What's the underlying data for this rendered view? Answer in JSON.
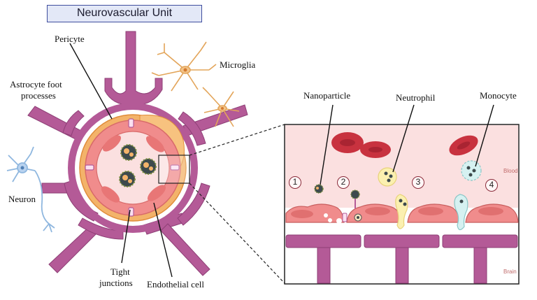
{
  "title": "Neurovascular Unit",
  "labels": {
    "pericyte": "Pericyte",
    "astrocyte_line1": "Astrocyte foot",
    "astrocyte_line2": "processes",
    "microglia": "Microglia",
    "neuron": "Neuron",
    "tight_line1": "Tight",
    "tight_line2": "junctions",
    "endothelial": "Endothelial cell",
    "nanoparticle": "Nanoparticle",
    "neutrophil": "Neutrophil",
    "monocyte": "Monocyte",
    "blood": "Blood",
    "brain": "Brain"
  },
  "steps": [
    "1",
    "2",
    "3",
    "4"
  ],
  "colors": {
    "astrocyte": "#b45a97",
    "pericyte_orange": "#f3b36a",
    "endothelium": "#f08c8c",
    "lumen": "#fbe0e0",
    "rbc": "#c8323f",
    "title_border": "#3f4e9e",
    "title_fill": "#e3e8f7"
  }
}
